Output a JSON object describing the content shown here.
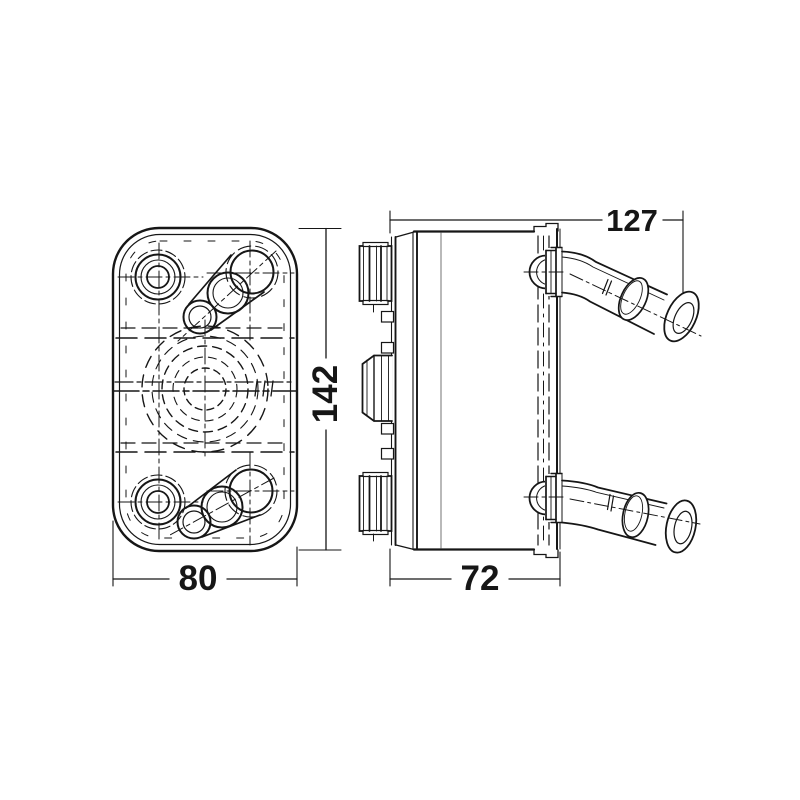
{
  "drawing": {
    "kind": "technical-drawing-oil-cooler",
    "views": 2,
    "dimensions": {
      "front_width": "80",
      "front_height": "142",
      "side_total_depth": "127",
      "side_core_depth": "72"
    },
    "colors": {
      "line": "#161616",
      "background": "#ffffff"
    }
  }
}
